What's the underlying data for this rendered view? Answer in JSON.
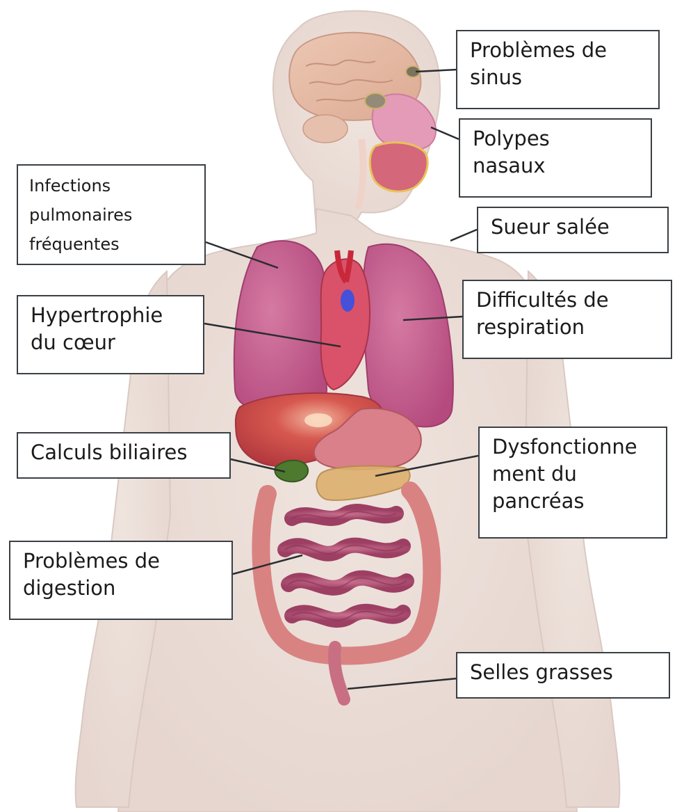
{
  "labels": {
    "sinus": "Problèmes de\nsinus",
    "polypes": "Polypes\nnasaux",
    "infections": "Infections\npulmonaires\nfréquentes",
    "sueur": "Sueur salée",
    "hypertrophie": "Hypertrophie\ndu cœur",
    "respiration": "Difficultés de\nrespiration",
    "calculs": "Calculs biliaires",
    "pancreas": "Dysfonctionne\nment du\npancréas",
    "digestion": "Problèmes de\ndigestion",
    "selles": "Selles grasses"
  }
}
